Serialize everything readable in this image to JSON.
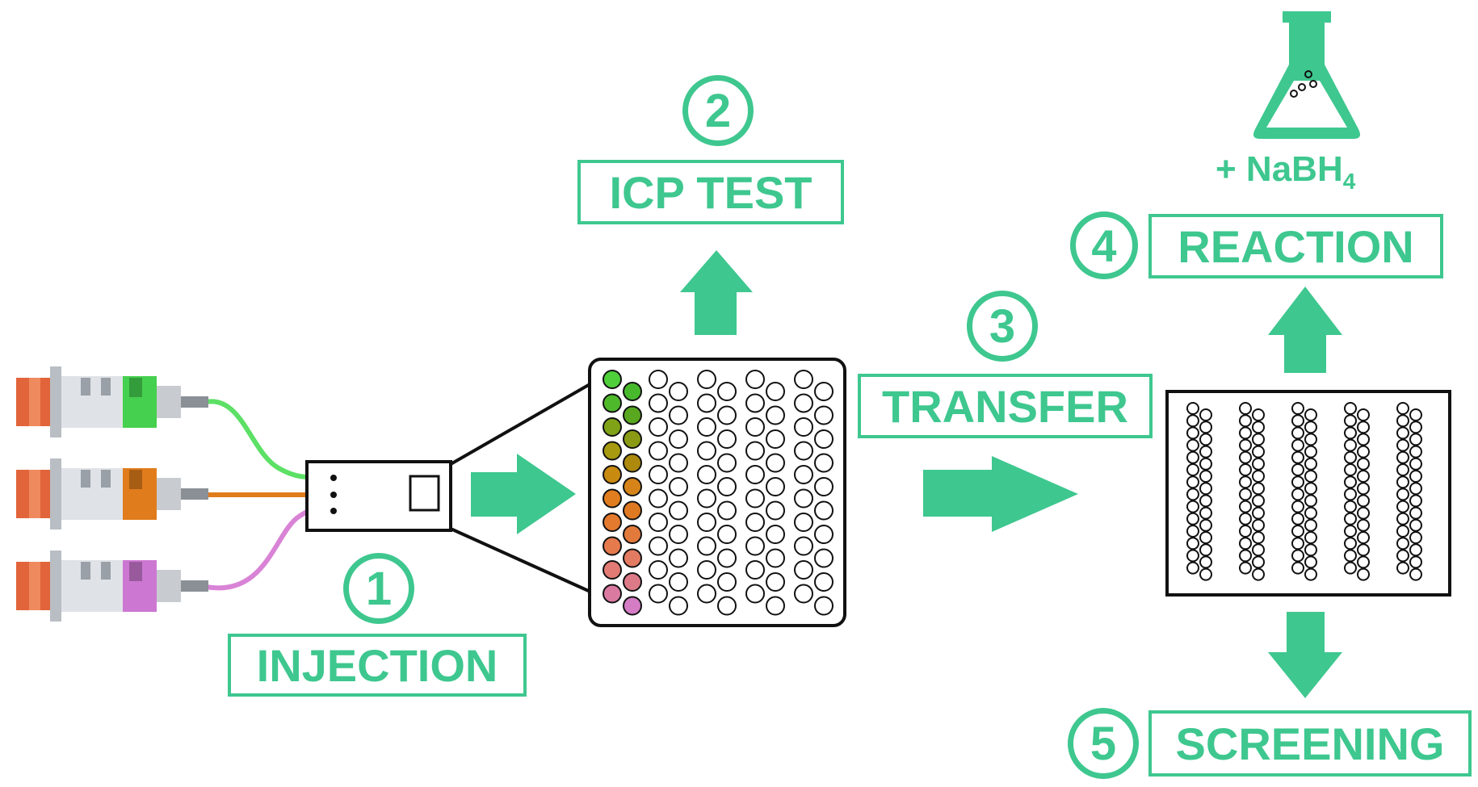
{
  "colors": {
    "accent": "#3ec78f",
    "outline": "#111111",
    "syringe_plunger": "#e2643a",
    "syringe_barrel": "#dfe2e6",
    "tube_green": "#5ce065",
    "tube_orange": "#e07c1c",
    "tube_pink": "#d983d6"
  },
  "steps": [
    {
      "number": "1",
      "label": "INJECTION"
    },
    {
      "number": "2",
      "label": "ICP TEST"
    },
    {
      "number": "3",
      "label": "TRANSFER"
    },
    {
      "number": "4",
      "label": "REACTION"
    },
    {
      "number": "5",
      "label": "SCREENING"
    }
  ],
  "reagent": {
    "main": "+ NaBH",
    "subscript": "4"
  },
  "syringes": [
    {
      "name": "green",
      "tip_color": "#45d04f"
    },
    {
      "name": "orange",
      "tip_color": "#e07c1c"
    },
    {
      "name": "pink",
      "tip_color": "#cc78d2"
    }
  ],
  "plate_first_columns_colors": [
    [
      "#4fcf3a",
      "#48b92d"
    ],
    [
      "#4fb92c",
      "#58a71f"
    ],
    [
      "#7fa217",
      "#8a9a14"
    ],
    [
      "#a79a10",
      "#ad8a0d"
    ],
    [
      "#c98a10",
      "#d6841a"
    ],
    [
      "#df7d1f",
      "#e07a22"
    ],
    [
      "#e37a2e",
      "#e27a3c"
    ],
    [
      "#e57a4d",
      "#e27b62"
    ],
    [
      "#e27b74",
      "#dd7a88"
    ],
    [
      "#db7aa0",
      "#d47cc4"
    ]
  ],
  "flask_icon": "erlenmeyer-flask-icon"
}
